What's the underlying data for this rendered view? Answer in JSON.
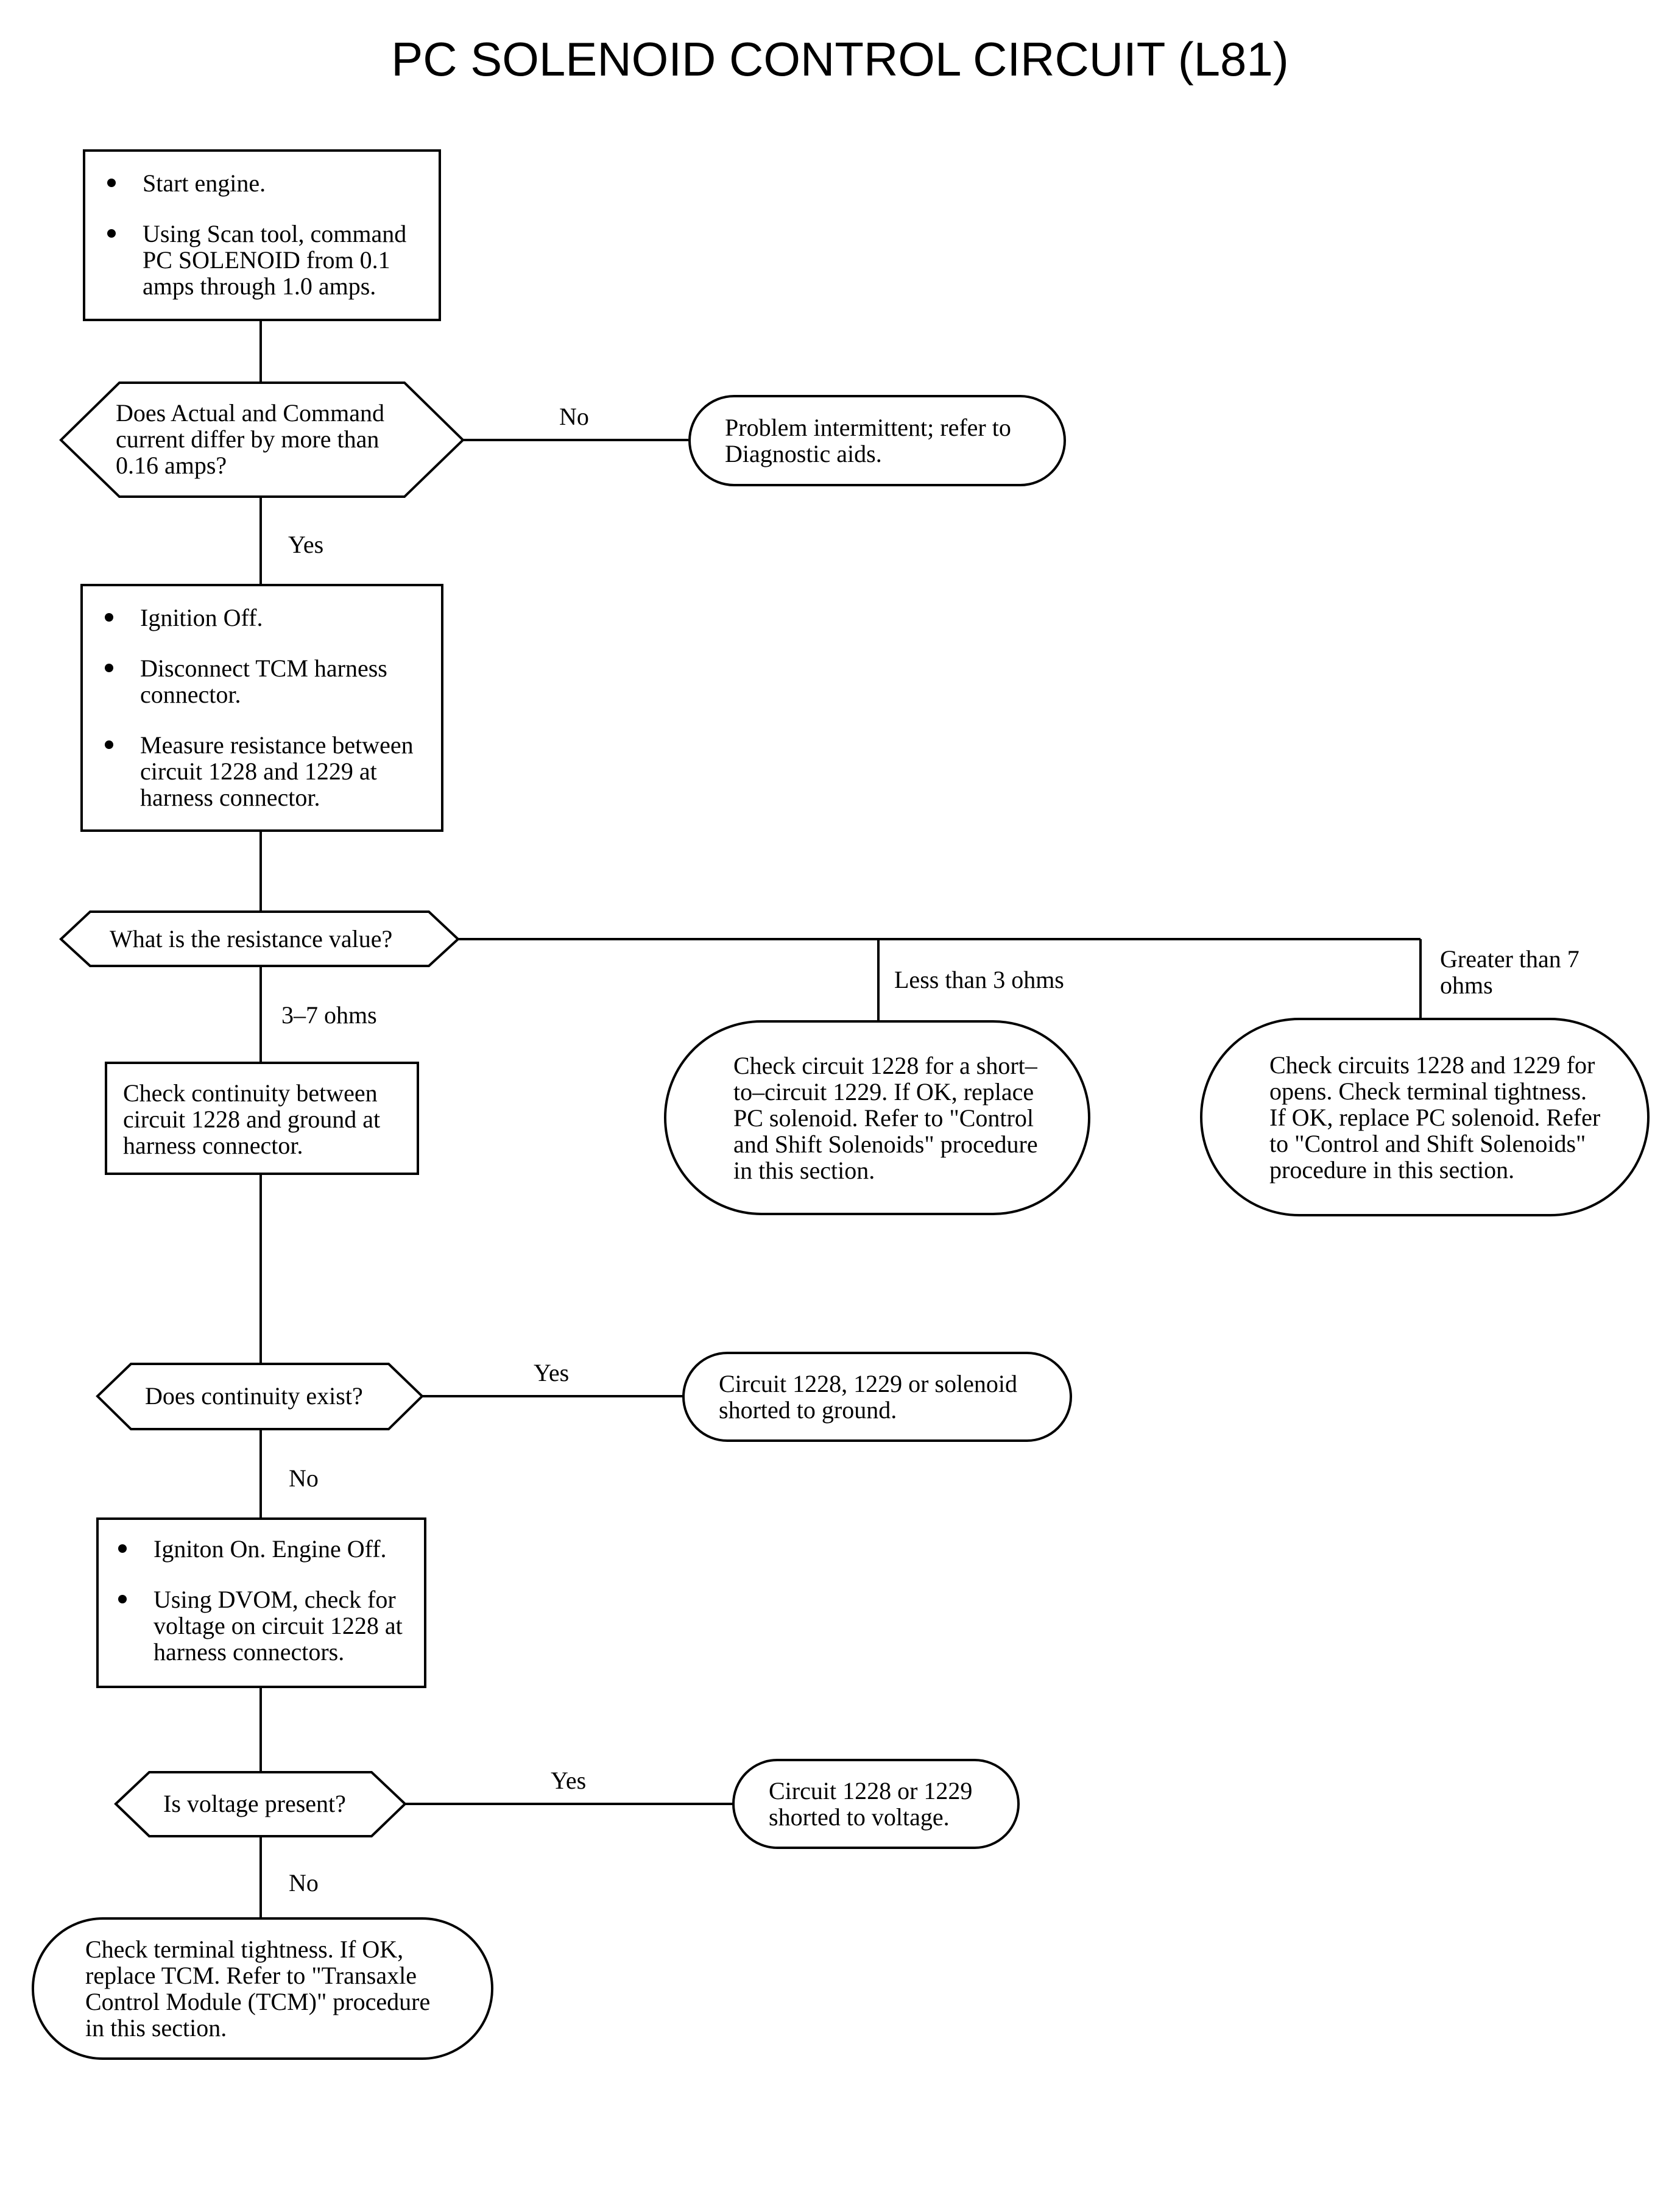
{
  "title": "PC SOLENOID CONTROL CIRCUIT (L81)",
  "steps": {
    "start": [
      "Start engine.",
      "Using Scan tool, command PC SOLENOID from 0.1 amps through 1.0 amps."
    ],
    "ignition_off": [
      "Ignition Off.",
      "Disconnect TCM harness connector.",
      "Measure resistance between circuit 1228 and 1229 at harness connector."
    ],
    "continuity_check": "Check continuity between circuit 1228 and ground at harness connector.",
    "voltage_check": [
      "Igniton On. Engine Off.",
      "Using DVOM, check for voltage on circuit 1228 at harness connectors."
    ]
  },
  "decisions": {
    "current_differ": "Does Actual and Command current differ by more than 0.16 amps?",
    "resistance": "What is the resistance value?",
    "continuity": "Does continuity exist?",
    "voltage": "Is voltage present?"
  },
  "results": {
    "intermittent": "Problem intermittent; refer to Diagnostic aids.",
    "short_to_1229": "Check circuit 1228 for a short–to–circuit 1229. If OK, replace PC solenoid. Refer to \"Control and Shift Solenoids\" procedure in this section.",
    "opens": "Check circuits 1228 and 1229 for opens. Check terminal tightness. If OK, replace PC solenoid. Refer to \"Control and Shift Solenoids\" procedure in this section.",
    "shorted_ground": "Circuit 1228, 1229 or solenoid shorted to ground.",
    "shorted_voltage": "Circuit 1228 or 1229 shorted to voltage.",
    "replace_tcm": "Check terminal tightness. If OK, replace TCM. Refer to \"Transaxle Control Module (TCM)\" procedure in this section."
  },
  "labels": {
    "no_1": "No",
    "yes_1": "Yes",
    "range_3_7": "3–7 ohms",
    "less_than_3": "Less than 3 ohms",
    "greater_than_7": "Greater than 7 ohms",
    "yes_2": "Yes",
    "no_2": "No",
    "yes_3": "Yes",
    "no_3": "No"
  }
}
